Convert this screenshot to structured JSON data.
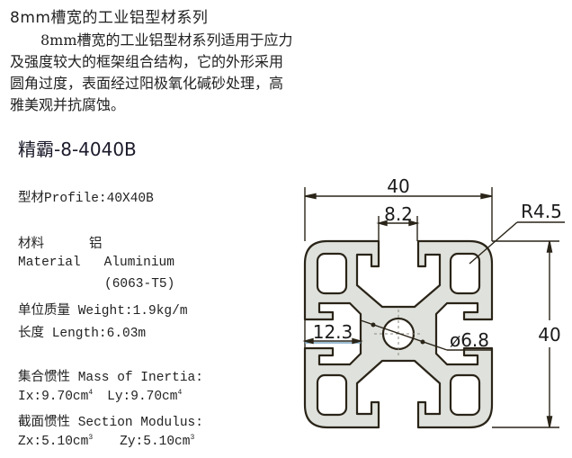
{
  "header": {
    "title": "8mm槽宽的工业铝型材系列"
  },
  "intro": {
    "lines": [
      "8mm槽宽的工业铝型材系列适用于应力",
      "及强度较大的框架组合结构，它的外形采用",
      "圆角过度，表面经过阳极氧化碱砂处理，高",
      "雅美观并抗腐蚀。"
    ]
  },
  "product": {
    "model": "精霸-8-4040B"
  },
  "specs": {
    "profile": "型材Profile:40X40B",
    "material_cn_label": "材料",
    "material_cn_value": "铝",
    "material_en_label": "Material",
    "material_en_value": "Aluminium",
    "alloy": "(6063-T5)",
    "weight": "单位质量 Weight:1.9kg/m",
    "length": "长度 Length:6.03m",
    "inertia_label": "集合惯性 Mass of Inertia:",
    "ix_prefix": "Ix:9.70cm",
    "ix_exp": "4",
    "ly_prefix": "Ly:9.70cm",
    "ly_exp": "4",
    "modulus_label": "截面惯性 Section Modulus:",
    "zx_prefix": "Zx:5.10cm",
    "zx_exp": "3",
    "zy_prefix": "Zy:5.10cm",
    "zy_exp": "3"
  },
  "diagram": {
    "width_dim": "40",
    "slot_dim": "8.2",
    "radius_dim": "R4.5",
    "offset_dim": "12.3",
    "hole_dim": "ø6.8",
    "height_dim": "40",
    "colors": {
      "profile_fill": "#dfe1dc",
      "outline": "#2a2418",
      "dim_line": "#2a2418",
      "accent_line": "#7aa7c7"
    }
  }
}
